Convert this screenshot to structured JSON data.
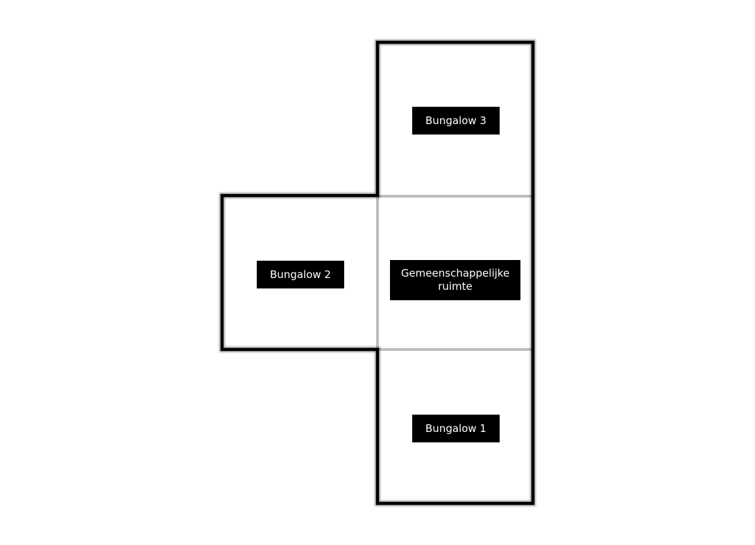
{
  "rooms": {
    "bungalow_3": "Bungalow 3",
    "bungalow_2": "Bungalow 2",
    "common_room": "Gemeenschappelijke\nruimte",
    "bungalow_1": "Bungalow 1"
  },
  "colors": {
    "outline": "#000000",
    "inner_divider": "#bdbdbd",
    "label_background": "#000000",
    "label_text": "#ffffff",
    "background": "#ffffff"
  }
}
